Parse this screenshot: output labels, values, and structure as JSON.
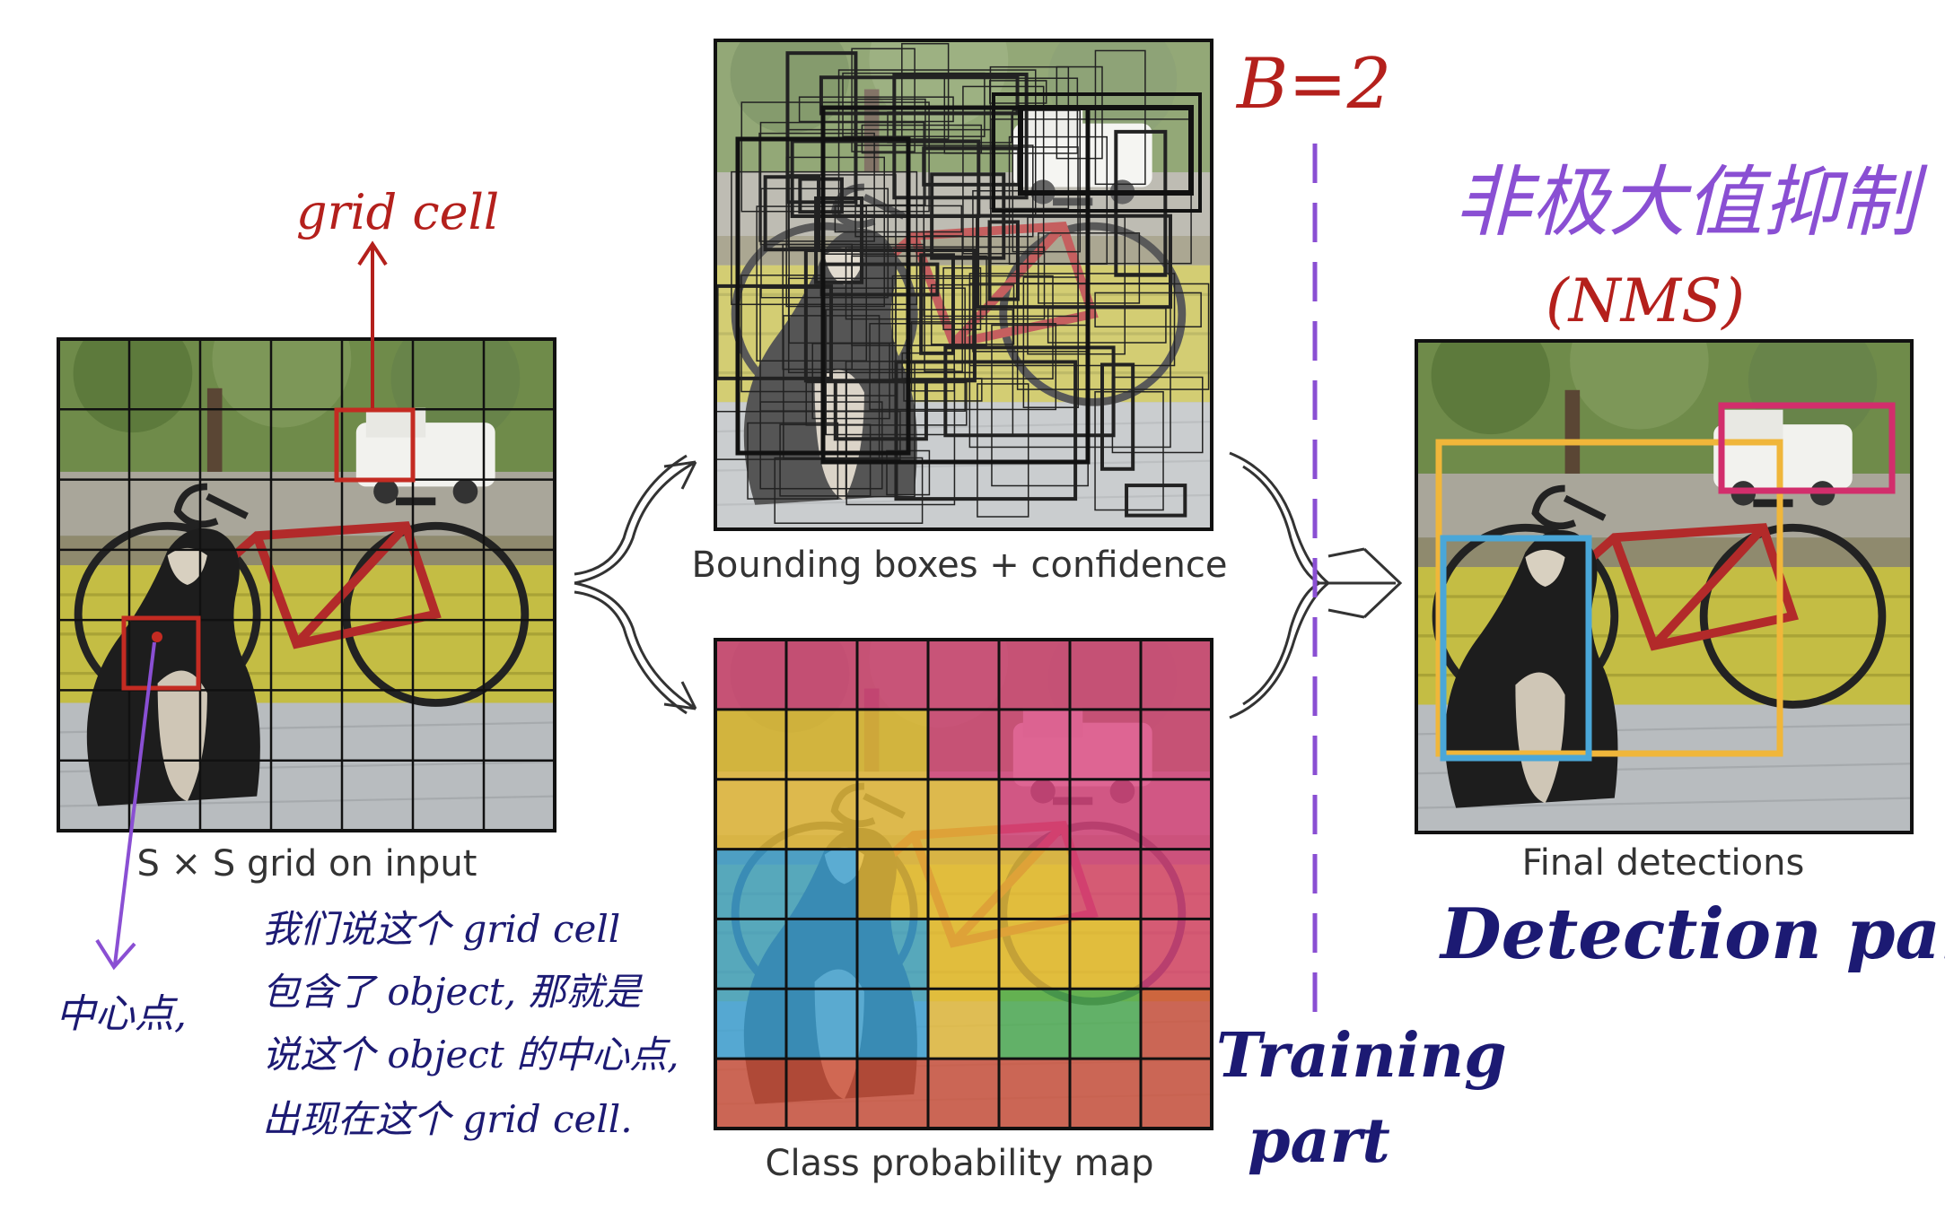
{
  "input_panel": {
    "caption": "S × S grid on input",
    "grid_size": 7
  },
  "bbox_panel": {
    "caption": "Bounding boxes + confidence"
  },
  "class_panel": {
    "caption": "Class probability map",
    "grid_size": 7,
    "cells": [
      [
        "pink",
        "pink",
        "pink",
        "pink",
        "pink",
        "pink",
        "pink"
      ],
      [
        "yellow",
        "yellow",
        "yellow",
        "pink",
        "pink",
        "pink",
        "pink"
      ],
      [
        "yellow",
        "yellow",
        "yellow",
        "yellow",
        "pink",
        "pink",
        "pink"
      ],
      [
        "blue",
        "blue",
        "yellow",
        "yellow",
        "yellow",
        "pink",
        "pink"
      ],
      [
        "blue",
        "blue",
        "blue",
        "yellow",
        "yellow",
        "yellow",
        "pink"
      ],
      [
        "blue",
        "blue",
        "blue",
        "yellow",
        "green",
        "green",
        "red"
      ],
      [
        "red",
        "red",
        "red",
        "red",
        "red",
        "red",
        "red"
      ]
    ]
  },
  "final_panel": {
    "caption": "Final detections"
  },
  "annotations": {
    "grid_cell": "grid cell",
    "b_equals": "B=2",
    "nms_cn": "非极大值抑制",
    "nms_en": "(NMS)",
    "center_point": "中心点,",
    "note_lines": [
      "我们说这个 grid cell",
      "包含了 object, 那就是",
      "说这个 object 的中心点,",
      "出现在这个 grid cell."
    ],
    "training_part_1": "Training",
    "training_part_2": "part",
    "detection_part": "Detection part"
  },
  "colors": {
    "pink": "#d9467f",
    "yellow": "#e8bd3c",
    "blue": "#3fa3d6",
    "green": "#4fae54",
    "red": "#d0533d",
    "annot_red": "#b4201c",
    "annot_purple": "#8a4fd3",
    "annot_navy": "#1c1a73",
    "box_yellow": "#f0b63a",
    "box_blue": "#4aa7d8",
    "box_pink": "#d22e6c",
    "cell_red": "#c42b22"
  }
}
